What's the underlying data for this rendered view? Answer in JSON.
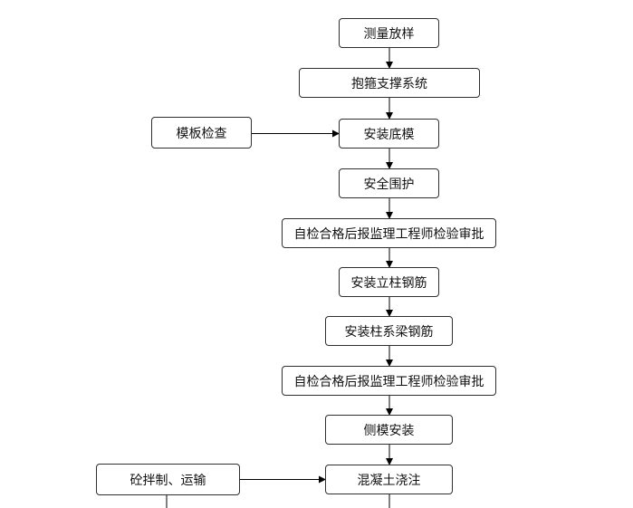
{
  "flowchart": {
    "main_steps": [
      "测量放样",
      "抱箍支撑系统",
      "安装底模",
      "安全围护",
      "自检合格后报监理工程师检验审批",
      "安装立柱钢筋",
      "安装柱系梁钢筋",
      "自检合格后报监理工程师检验审批",
      "侧模安装",
      "混凝土浇注"
    ],
    "side_inputs": [
      {
        "label": "模板检查",
        "feeds_step": 2
      },
      {
        "label": "砼拌制、运输",
        "feeds_step": 9
      }
    ],
    "colors": {
      "line": "#000000",
      "border": "#2f2f2f",
      "text": "#111111",
      "background": "#ffffff"
    }
  }
}
